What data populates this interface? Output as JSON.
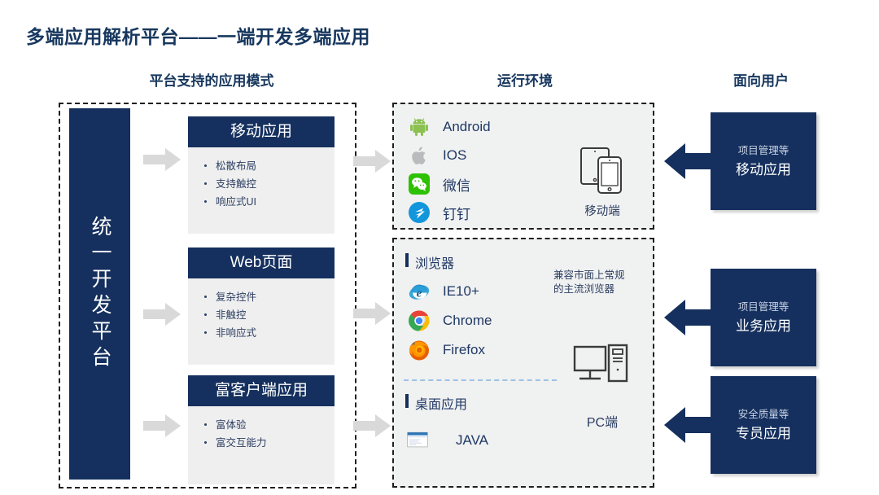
{
  "title": "多端应用解析平台——一端开发多端应用",
  "headers": {
    "modes": "平台支持的应用模式",
    "runtime": "运行环境",
    "users": "面向用户"
  },
  "platform": {
    "label": "统一开发平台"
  },
  "modes": [
    {
      "title": "移动应用",
      "features": [
        "松散布局",
        "支持触控",
        "响应式UI"
      ]
    },
    {
      "title": "Web页面",
      "features": [
        "复杂控件",
        "非触控",
        "非响应式"
      ]
    },
    {
      "title": "富客户端应用",
      "features": [
        "富体验",
        "富交互能力"
      ]
    }
  ],
  "runtime": {
    "mobile": {
      "items": [
        {
          "icon": "android-icon",
          "label": "Android"
        },
        {
          "icon": "apple-icon",
          "label": "IOS"
        },
        {
          "icon": "wechat-icon",
          "label": "微信"
        },
        {
          "icon": "dingtalk-icon",
          "label": "钉钉"
        }
      ],
      "device_label": "移动端"
    },
    "browser": {
      "section_title": "浏览器",
      "items": [
        {
          "icon": "ie-icon",
          "label": "IE10+"
        },
        {
          "icon": "chrome-icon",
          "label": "Chrome"
        },
        {
          "icon": "firefox-icon",
          "label": "Firefox"
        }
      ],
      "note": "兼容市面上常规的主流浏览器"
    },
    "desktop": {
      "section_title": "桌面应用",
      "items": [
        {
          "icon": "java-window-icon",
          "label": "JAVA"
        }
      ],
      "device_label": "PC端"
    }
  },
  "users": [
    {
      "sub": "项目管理等",
      "main": "移动应用"
    },
    {
      "sub": "项目管理等",
      "main": "业务应用"
    },
    {
      "sub": "安全质量等",
      "main": "专员应用"
    }
  ],
  "colors": {
    "navy": "#15305e",
    "title_navy": "#17375e",
    "card_body": "#efefef",
    "panel_bg": "#f0f1f1",
    "arrow_gray": "#d9d9d9",
    "divider_blue": "#9dc3e6"
  }
}
